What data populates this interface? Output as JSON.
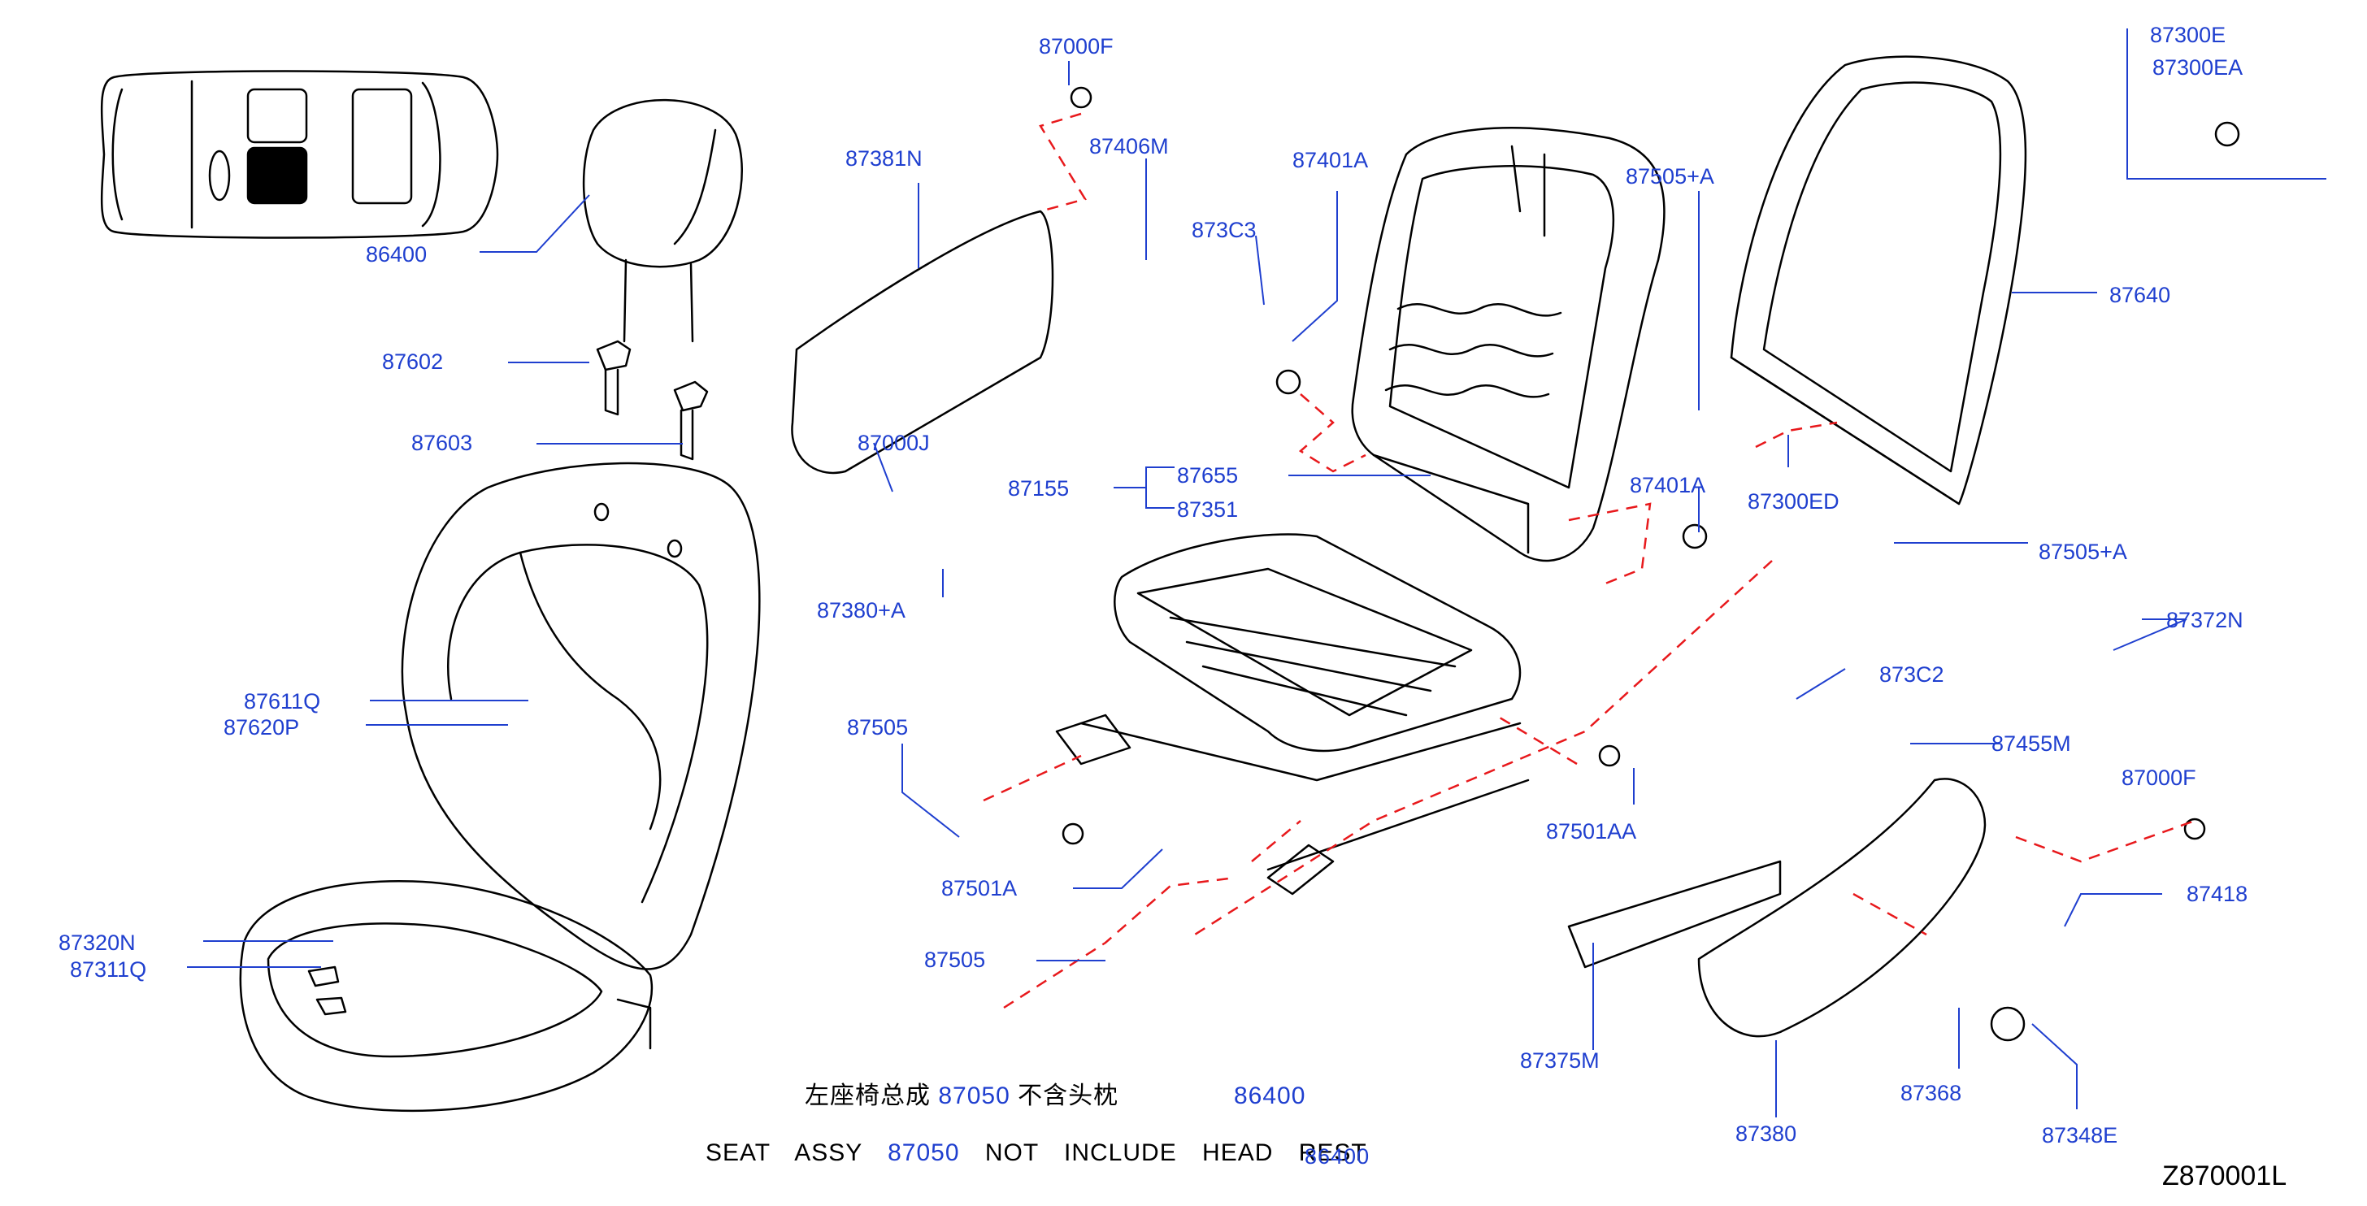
{
  "parts": {
    "p87000F_top": "87000F",
    "p87381N": "87381N",
    "p87406M": "87406M",
    "p87401A_top": "87401A",
    "p873C3": "873C3",
    "p87505A_top": "87505+A",
    "p87300E": "87300E",
    "p87300EA": "87300EA",
    "p87640": "87640",
    "p86400": "86400",
    "p87602": "87602",
    "p87603": "87603",
    "p87000J": "87000J",
    "p87155": "87155",
    "p87655": "87655",
    "p87351": "87351",
    "p87300ED": "87300ED",
    "p87401A_mid": "87401A",
    "p87505A_mid": "87505+A",
    "p87380A": "87380+A",
    "p87372N": "87372N",
    "p87611Q": "87611Q",
    "p87620P": "87620P",
    "p873C2": "873C2",
    "p87455M": "87455M",
    "p87505_a": "87505",
    "p87000F_right": "87000F",
    "p87501AA": "87501AA",
    "p87501A": "87501A",
    "p87418": "87418",
    "p87505_b": "87505",
    "p87320N": "87320N",
    "p87311Q": "87311Q",
    "p87375M": "87375M",
    "p87368": "87368",
    "p87380": "87380",
    "p87348E": "87348E"
  },
  "notes": {
    "cn_prefix": "左座椅总成",
    "cn_code": "87050",
    "cn_suffix": "不含头枕",
    "cn_ref": "86400",
    "en_prefix": "SEAT ASSY",
    "en_code": "87050",
    "en_suffix": "NOT INCLUDE HEAD REST",
    "en_ref": "86400"
  },
  "drawing_number": "Z870001L",
  "colors": {
    "label": "#1f3fcf",
    "leader": "#1f3fcf",
    "dashed": "#e8191c",
    "line_art": "#000000"
  }
}
